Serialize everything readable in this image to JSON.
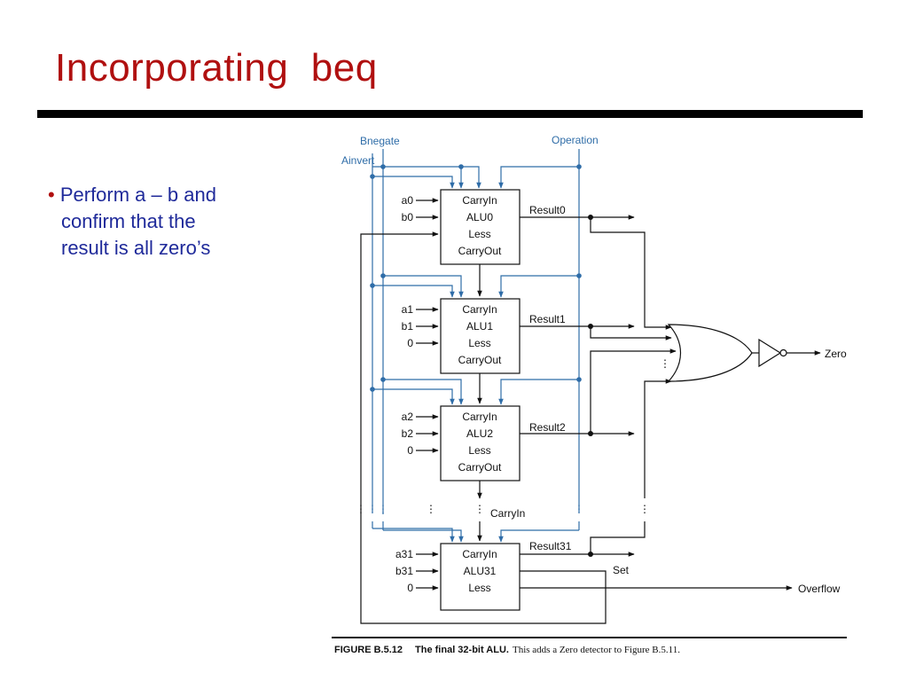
{
  "slide": {
    "title": "Incorporating  beq",
    "bullet": {
      "marker": "•",
      "lines": [
        "Perform a – b and",
        "confirm that the",
        "result is all zero’s"
      ]
    }
  },
  "diagram": {
    "control_labels": {
      "bnegate": "Bnegate",
      "ainvert": "Ainvert",
      "operation": "Operation"
    },
    "alus": [
      {
        "block": {
          "carry_in": "CarryIn",
          "name": "ALU0",
          "less": "Less",
          "carry_out": "CarryOut"
        },
        "inputs": {
          "a": "a0",
          "b": "b0"
        },
        "result": "Result0"
      },
      {
        "block": {
          "carry_in": "CarryIn",
          "name": "ALU1",
          "less": "Less",
          "carry_out": "CarryOut"
        },
        "inputs": {
          "a": "a1",
          "b": "b1",
          "less": "0"
        },
        "result": "Result1"
      },
      {
        "block": {
          "carry_in": "CarryIn",
          "name": "ALU2",
          "less": "Less",
          "carry_out": "CarryOut"
        },
        "inputs": {
          "a": "a2",
          "b": "b2",
          "less": "0"
        },
        "result": "Result2"
      },
      {
        "block": {
          "carry_in": "CarryIn",
          "name": "ALU31",
          "less": "Less"
        },
        "inputs": {
          "a": "a31",
          "b": "b31",
          "less": "0"
        },
        "result": "Result31"
      }
    ],
    "carry_in_label": "CarryIn",
    "set_label": "Set",
    "zero_label": "Zero",
    "overflow_label": "Overflow",
    "ellipsis": "⋮",
    "caption": {
      "figure": "FIGURE B.5.12",
      "bold_title": "The final 32-bit ALU.",
      "text": "This adds a Zero detector to Figure B.5.11."
    },
    "colors": {
      "control_wire": "#2f6da8",
      "wire": "#111111",
      "title": "#b01010",
      "bullet_text": "#1f2a9a"
    }
  }
}
